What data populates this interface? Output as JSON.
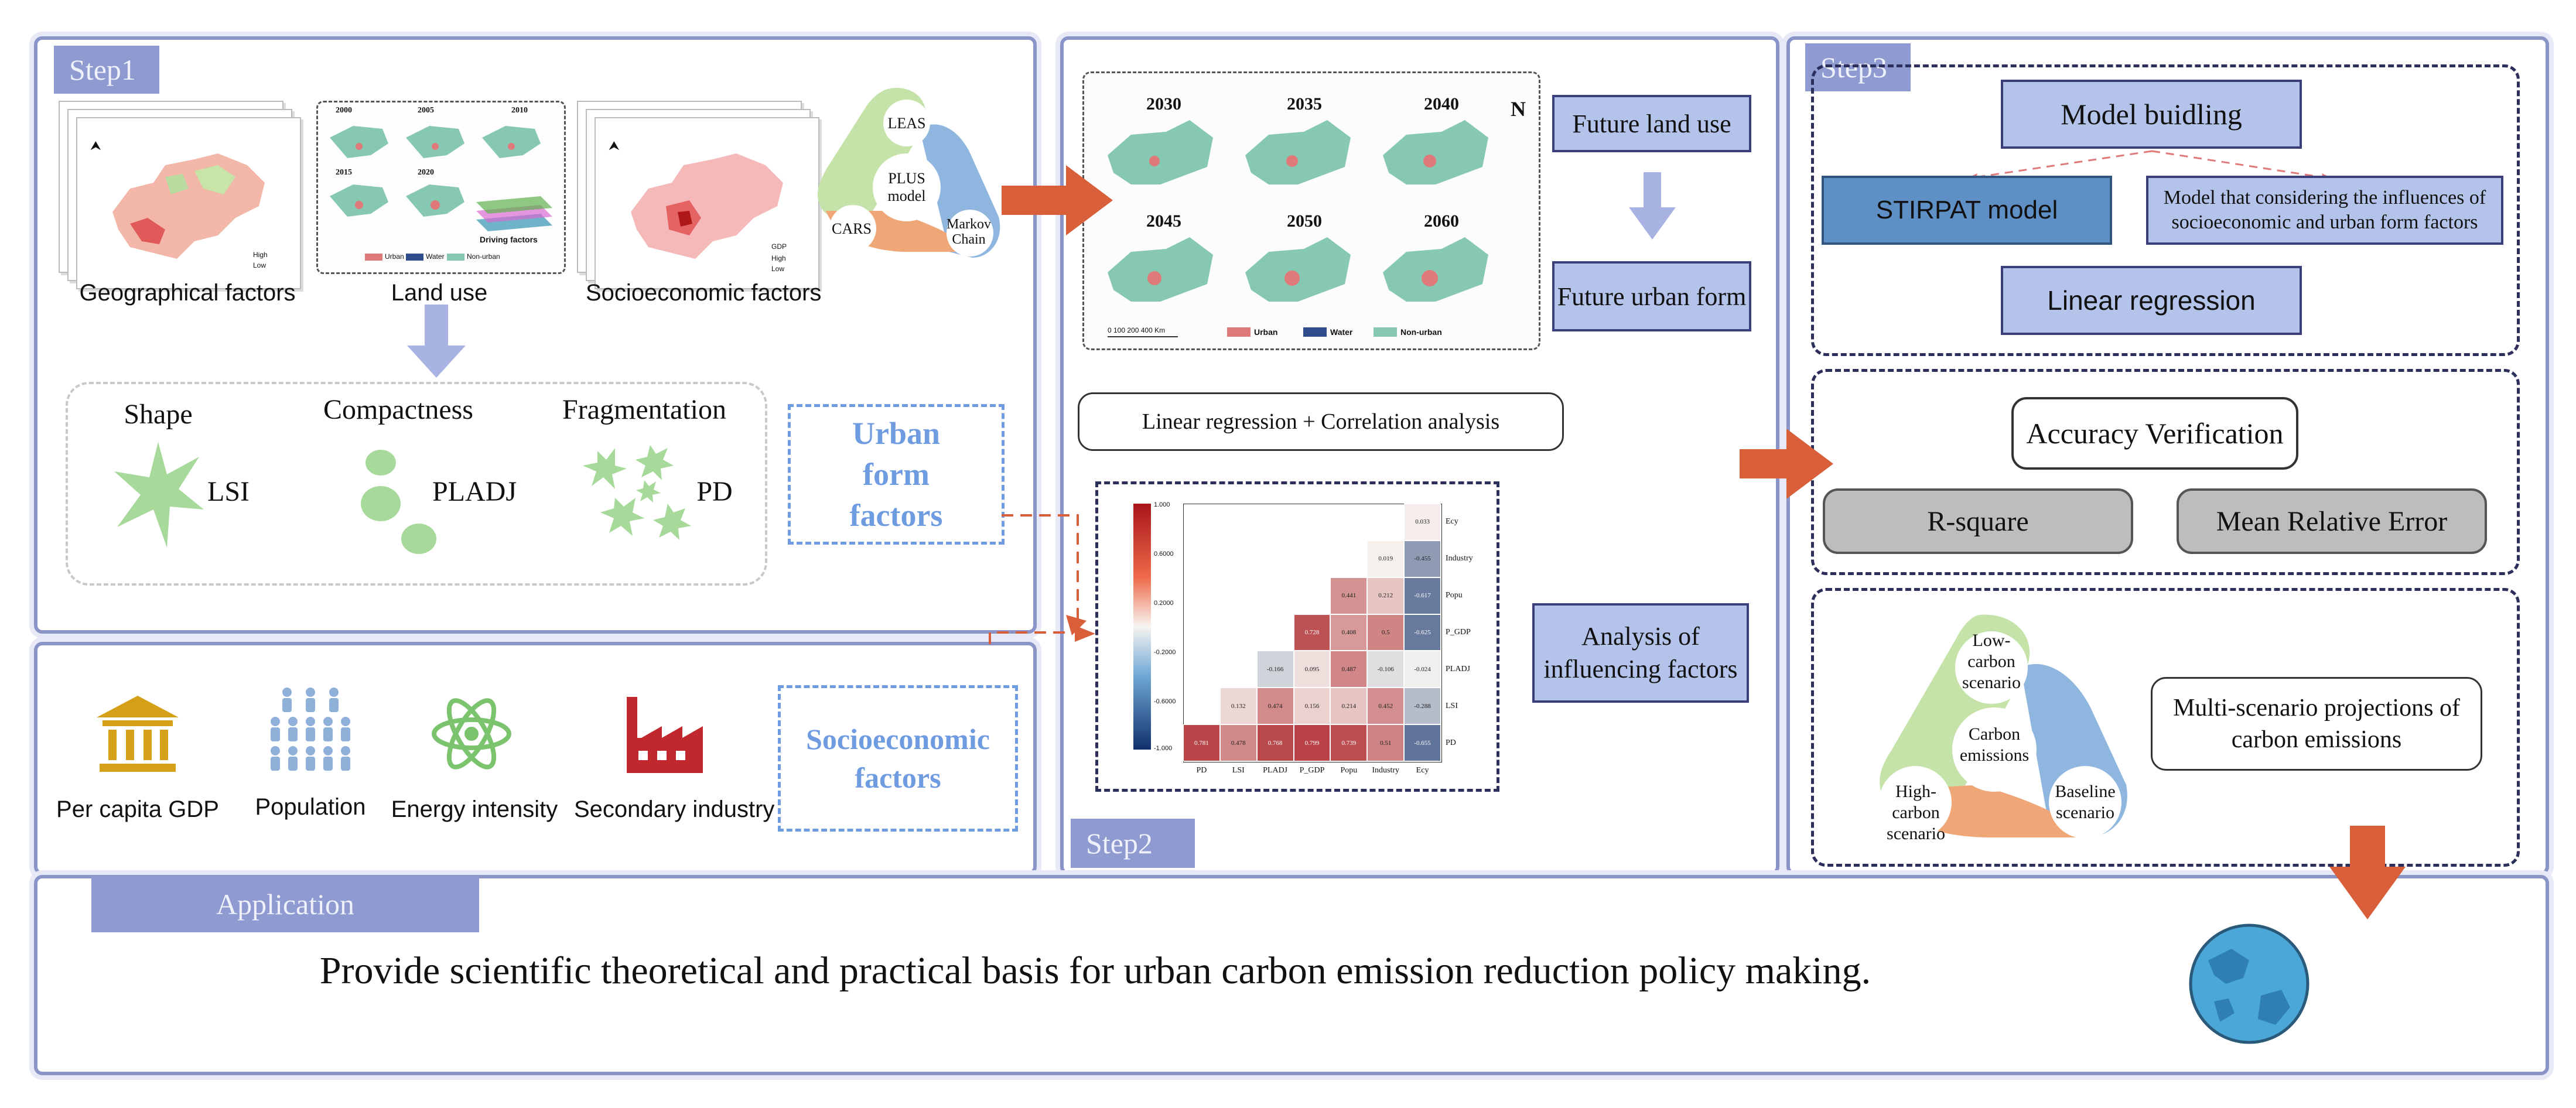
{
  "step1": {
    "tab": "Step1",
    "maps": {
      "geo_label": "Geographical factors",
      "land_label": "Land use",
      "socio_label": "Socioeconomic factors",
      "land_years": [
        "2000",
        "2005",
        "2010",
        "2015",
        "2020"
      ],
      "land_legend": [
        "Urban",
        "Water",
        "Non-urban"
      ],
      "driving": "Driving factors",
      "geo_legend": [
        "High",
        "Low"
      ],
      "socio_legend": [
        "GDP",
        "High",
        "Low"
      ]
    },
    "plus": {
      "center": "PLUS model",
      "leas": "LEAS",
      "cars": "CARS",
      "markov": "Markov Chain"
    },
    "urban_form": {
      "metrics": [
        {
          "title": "Shape",
          "abbr": "LSI"
        },
        {
          "title": "Compactness",
          "abbr": "PLADJ"
        },
        {
          "title": "Fragmentation",
          "abbr": "PD"
        }
      ],
      "box_label": "Urban form factors"
    },
    "socioeconomic": {
      "items": [
        {
          "label": "Per capita GDP",
          "icon": "bank-icon",
          "color": "#d4a017"
        },
        {
          "label": "Population",
          "icon": "population-icon",
          "color": "#8fb1d9"
        },
        {
          "label": "Energy intensity",
          "icon": "atom-icon",
          "color": "#7cc36e"
        },
        {
          "label": "Secondary industry",
          "icon": "factory-icon",
          "color": "#c0282d"
        }
      ],
      "box_label": "Socioeconomic factors"
    }
  },
  "step2": {
    "tab": "Step2",
    "future_years": [
      "2030",
      "2035",
      "2040",
      "2045",
      "2050",
      "2060"
    ],
    "future_legend": [
      "Urban",
      "Water",
      "Non-urban"
    ],
    "scale": "0  100  200      400 Km",
    "north": "N",
    "future_land_use": "Future land use",
    "future_urban_form": "Future urban form",
    "regression": "Linear regression + Correlation analysis",
    "analysis": "Analysis of influencing factors",
    "heatmap": {
      "vars": [
        "PD",
        "LSI",
        "PLADJ",
        "P_GDP",
        "Popu",
        "Industry",
        "Ecy"
      ],
      "colorbar_ticks": [
        "1.000",
        "0.6000",
        "0.2000",
        "-0.2000",
        "-0.6000",
        "-1.000"
      ],
      "rows": [
        {
          "name": "Ecy",
          "cells": [
            "",
            "",
            "",
            "",
            "",
            "",
            "0.033"
          ]
        },
        {
          "name": "Industry",
          "cells": [
            "",
            "",
            "",
            "",
            "",
            "0.019",
            "-0.455"
          ]
        },
        {
          "name": "Popu",
          "cells": [
            "",
            "",
            "",
            "",
            "0.441",
            "0.212",
            "-0.617"
          ]
        },
        {
          "name": "P_GDP",
          "cells": [
            "",
            "",
            "",
            "0.728",
            "0.408",
            "0.5",
            "-0.625"
          ]
        },
        {
          "name": "PLADJ",
          "cells": [
            "",
            "",
            "-0.166",
            "0.095",
            "0.487",
            "-0.106",
            "-0.024"
          ]
        },
        {
          "name": "LSI",
          "cells": [
            "",
            "0.132",
            "0.474",
            "0.156",
            "0.214",
            "0.452",
            "-0.288"
          ]
        },
        {
          "name": "PD",
          "cells": [
            "0.781",
            "0.478",
            "0.768",
            "0.799",
            "0.739",
            "0.51",
            "-0.655"
          ]
        }
      ]
    }
  },
  "step3": {
    "tab": "Step3",
    "model_building": "Model buidling",
    "stirpat": "STIRPAT model",
    "model_considering": "Model that considering the influences of socioeconomic and urban form factors",
    "linear_regression": "Linear regression",
    "accuracy": "Accuracy Verification",
    "r_square": "R-square",
    "mre": "Mean Relative Error",
    "scenario": {
      "center": "Carbon emissions",
      "low": "Low-carbon scenario",
      "high": "High-carbon scenario",
      "baseline": "Baseline scenario"
    },
    "projection": "Multi-scenario projections of carbon emissions"
  },
  "application": {
    "tab": "Application",
    "text": "Provide scientific theoretical and practical basis for urban carbon emission reduction policy making."
  },
  "colors": {
    "panel_border": "#8a94c6",
    "tab": "#8e9ad0",
    "arrow_orange": "#d95f3b",
    "arrow_blue": "#a9b3e3",
    "map_green": "#86c8b1",
    "urban_red": "#e07a7a"
  }
}
